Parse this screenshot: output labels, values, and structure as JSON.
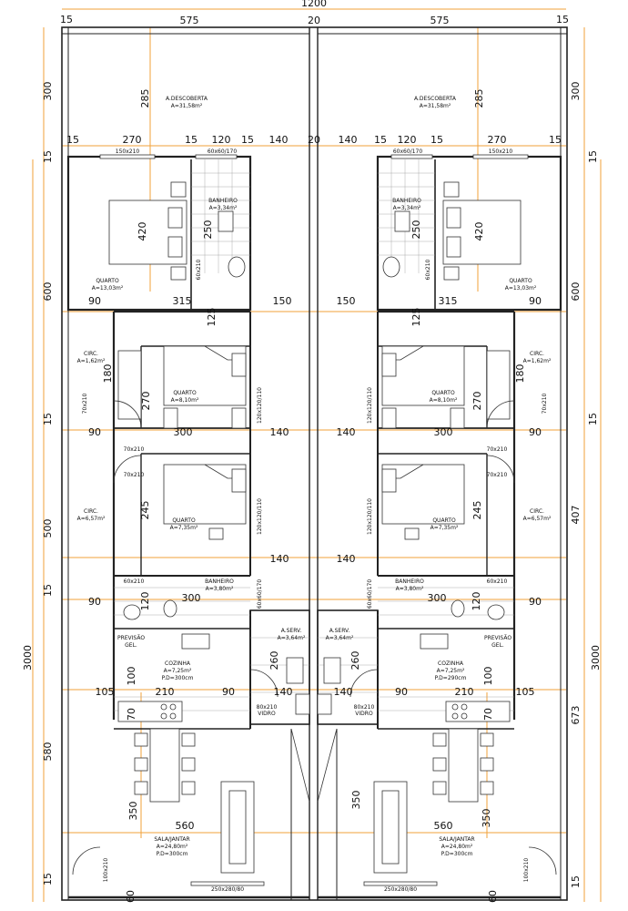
{
  "top_dims": {
    "overall": "1200",
    "left": "575",
    "center": "20",
    "right": "575",
    "edge_left": "15",
    "edge_right": "15"
  },
  "row2_dims": [
    "15",
    "270",
    "15",
    "120",
    "15",
    "140",
    "20",
    "140",
    "15",
    "120",
    "15",
    "270",
    "15"
  ],
  "left_side_dims": [
    "300",
    "15",
    "600",
    "15",
    "500",
    "15",
    "3000",
    "580",
    "15",
    "60"
  ],
  "right_side_dims": [
    "300",
    "15",
    "600",
    "15",
    "407",
    "3000",
    "673",
    "15",
    "60"
  ],
  "inner_dims": {
    "d285": "285",
    "d420": "420",
    "d250": "250",
    "d90": "90",
    "d315": "315",
    "d150": "150",
    "d125": "125",
    "d180": "180",
    "d270": "270",
    "d300": "300",
    "d140": "140",
    "d245": "245",
    "d120": "120",
    "d105": "105",
    "d210": "210",
    "d100": "100",
    "d70": "70",
    "d260": "260",
    "d350": "350",
    "d560": "560"
  },
  "rooms": {
    "descoberta_name": "A.DESCOBERTA",
    "descoberta_area": "A=31,58m²",
    "banheiro_name": "BANHEIRO",
    "banheiro1_area": "A=3,34m²",
    "banheiro2_area": "A=3,80m²",
    "quarto_name": "QUARTO",
    "quarto1_area": "A=13,03m²",
    "quarto2_area": "A=8,10m²",
    "quarto3_area": "A=7,35m²",
    "circ_name": "CIRC.",
    "circ1_area": "A=1,62m²",
    "circ2_area": "A=6,57m²",
    "aserv_name": "A.SERV.",
    "aserv_area": "A=3,64m²",
    "cozinha_name": "COZINHA",
    "cozinha_area": "A=7,25m²",
    "cozinha_pd_left": "P.D=300cm",
    "cozinha_pd_right": "P.D=290cm",
    "sala_name": "SALA/JANTAR",
    "sala_area": "A=24,80m²",
    "sala_pd": "P.D=300cm",
    "previsao": "PREVISÃO",
    "gel": "GEL."
  },
  "openings": {
    "w150x210": "150x210",
    "w60x60x170": "60x60/170",
    "w120x120x110": "120x120/110",
    "d70x210": "70x210",
    "d60x210": "60x210",
    "d60x60x170": "60x60/170",
    "d80x210": "80x210",
    "vidro": "VIDRO",
    "d100x210": "100x210",
    "w250x280x80": "250x280/80"
  }
}
